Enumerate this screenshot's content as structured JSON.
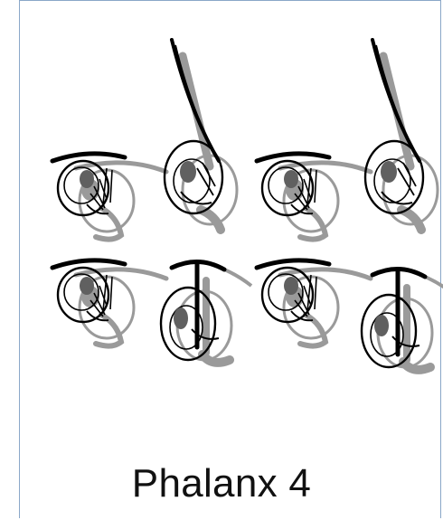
{
  "caption": "Phalanx 4",
  "colors": {
    "ink": "#000000",
    "shadow": "#9a9a9a",
    "frame": "#8aa7c8"
  },
  "figures": [
    {
      "row": 1,
      "col": 1,
      "pose": "crossbar-wave"
    },
    {
      "row": 1,
      "col": 2,
      "pose": "raised-pike"
    },
    {
      "row": 1,
      "col": 3,
      "pose": "crossbar-wave"
    },
    {
      "row": 1,
      "col": 4,
      "pose": "raised-pike"
    },
    {
      "row": 2,
      "col": 1,
      "pose": "crossbar-wave"
    },
    {
      "row": 2,
      "col": 2,
      "pose": "t-bar"
    },
    {
      "row": 2,
      "col": 3,
      "pose": "crossbar-wave"
    },
    {
      "row": 2,
      "col": 4,
      "pose": "t-bar"
    }
  ]
}
